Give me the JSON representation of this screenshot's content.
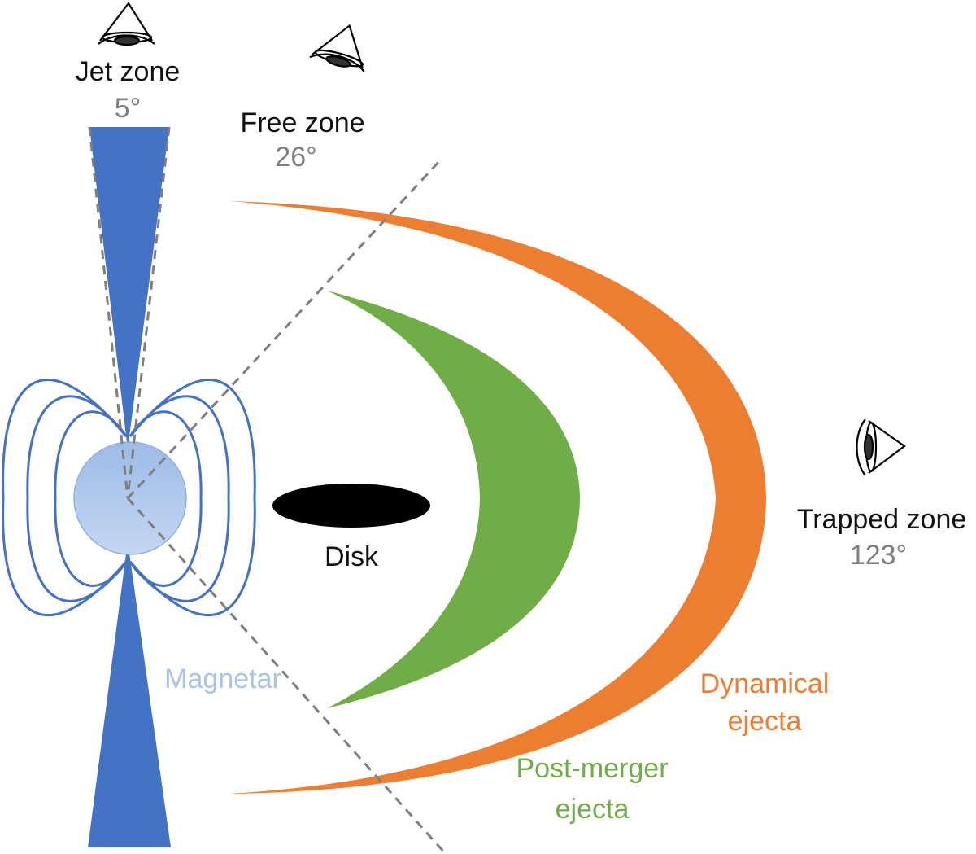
{
  "zones": {
    "jet": {
      "label": "Jet zone",
      "angle": "5°"
    },
    "free": {
      "label": "Free zone",
      "angle": "26°"
    },
    "trapped": {
      "label": "Trapped zone",
      "angle": "123°"
    }
  },
  "components": {
    "magnetar": "Magnetar",
    "disk": "Disk",
    "dynamical_line1": "Dynamical",
    "dynamical_line2": "ejecta",
    "postmerger_line1": "Post-merger",
    "postmerger_line2": "ejecta"
  },
  "colors": {
    "jet": "#4472c4",
    "magnetar": "#a9c4ea",
    "field_lines": "#4472c4",
    "post_merger_ejecta": "#70ad47",
    "dynamical_ejecta": "#ed7d31",
    "disk": "#000000",
    "guide_lines": "#7f7f7f",
    "angle_text": "#7f7f7f"
  },
  "icons": [
    "eye-icon-jet",
    "eye-icon-free",
    "eye-icon-trapped"
  ]
}
